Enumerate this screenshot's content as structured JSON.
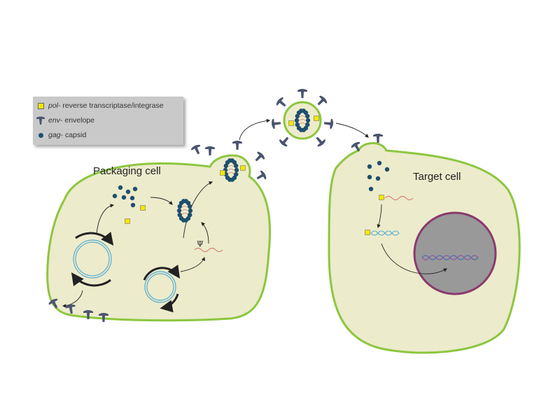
{
  "legend": {
    "items": [
      {
        "term": "pol",
        "desc": " - reverse transcriptase/integrase",
        "icon": "yellow-square"
      },
      {
        "term": "env",
        "desc": " - envelope",
        "icon": "env-spike"
      },
      {
        "term": "gag",
        "desc": " - capsid",
        "icon": "blue-dot"
      }
    ]
  },
  "labels": {
    "packaging_cell": "Packaging cell",
    "target_cell": "Target cell",
    "psi": "Ψ"
  },
  "colors": {
    "cell_fill": "#ecebcc",
    "membrane": "#8dc63f",
    "env": "#4a5470",
    "gag": "#1f4f6e",
    "pol": "#f3e600",
    "nucleus": "#999999",
    "nucleus_border": "#8a3a6e",
    "rna": "#d98070",
    "dna": "#5aaed0"
  }
}
